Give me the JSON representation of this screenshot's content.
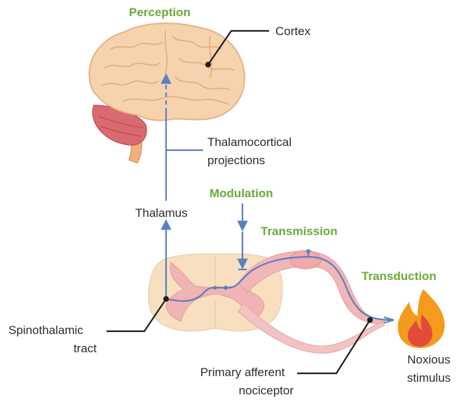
{
  "colors": {
    "stage_label": "#6aaa3a",
    "pathway": "#5b7fc1",
    "leader": "#1e1e1e",
    "brain_fill": "#f6d2ad",
    "brain_stroke": "#e3b487",
    "cerebellum": "#d96a72",
    "brainstem": "#f0b27a",
    "cord_fill": "#f8dfc0",
    "grey_matter": "#f0b4b4",
    "nerve": "#f1b7b7",
    "flame_outer": "#f49a1c",
    "flame_inner": "#e24b3b"
  },
  "stages": {
    "perception": "Perception",
    "modulation": "Modulation",
    "transmission": "Transmission",
    "transduction": "Transduction"
  },
  "labels": {
    "cortex": "Cortex",
    "thalamocortical_line1": "Thalamocortical",
    "thalamocortical_line2": "projections",
    "thalamus": "Thalamus",
    "spinothalamic_line1": "Spinothalamic",
    "spinothalamic_line2": "tract",
    "afferent_line1": "Primary afferent",
    "afferent_line2": "nociceptor",
    "noxious_line1": "Noxious",
    "noxious_line2": "stimulus"
  },
  "icons": {
    "brain": "brain-icon",
    "spinal_cord": "spinal-cord-icon",
    "flame": "flame-icon"
  }
}
